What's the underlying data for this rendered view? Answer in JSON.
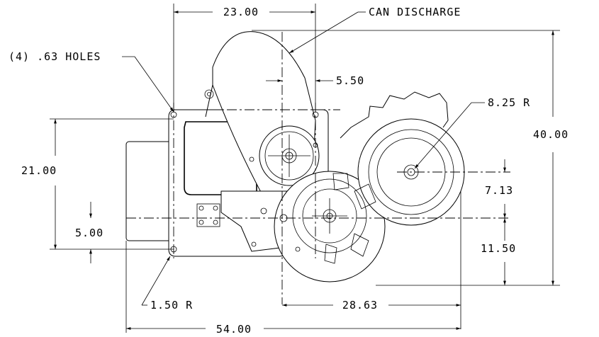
{
  "dimensions": {
    "top_width": "23.00",
    "can_discharge": "CAN DISCHARGE",
    "holes_note": "(4) .63 HOLES",
    "offset_small": "5.50",
    "radius_large": "8.25 R",
    "overall_height": "40.00",
    "left_height": "21.00",
    "right_offset": "7.13",
    "left_offset": "5.00",
    "right_lower": "11.50",
    "corner_radius": "1.50 R",
    "hub_spacing": "28.63",
    "overall_width": "54.00"
  },
  "icons": {
    "machine": "mechanical-side-view-drawing"
  }
}
